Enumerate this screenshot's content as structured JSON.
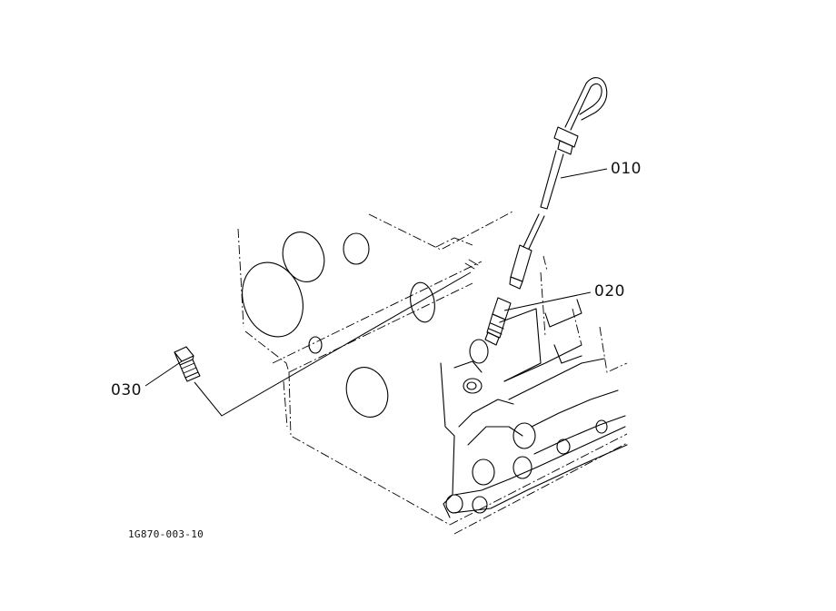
{
  "callouts": {
    "dipstick": "010",
    "guide": "020",
    "plug": "030"
  },
  "drawing_code": "1G870-003-10",
  "colors": {
    "line": "#000000",
    "background": "#ffffff"
  }
}
